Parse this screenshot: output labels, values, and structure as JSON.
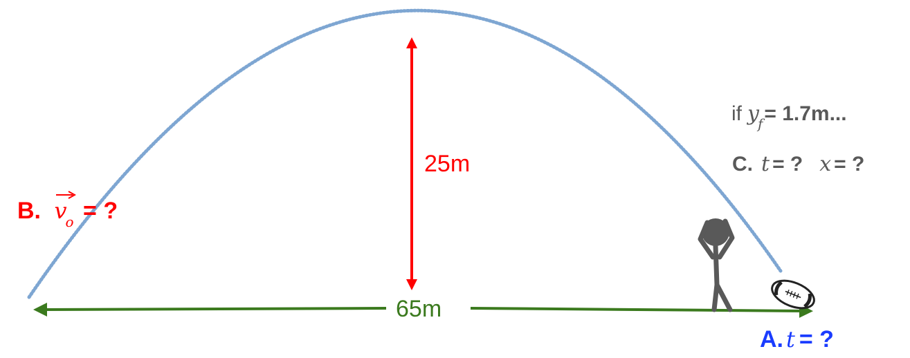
{
  "height_label": "25m",
  "width_label": "65m",
  "part_a": {
    "prefix": "A.",
    "var": "t",
    "suffix": "= ?"
  },
  "part_b": {
    "prefix": "B.",
    "var": "v",
    "sub": "o",
    "suffix": "= ?"
  },
  "condition": {
    "prefix": "if",
    "var": "y",
    "sub": "f",
    "suffix": "= 1.7m..."
  },
  "part_c": {
    "prefix": "C.",
    "var1": "t",
    "mid": "= ?",
    "var2": "x",
    "suffix": "= ?"
  },
  "colors": {
    "trajectory": "#7ea6d2",
    "height_arrow": "#ff0000",
    "width_arrow": "#3b7a1e",
    "part_a": "#1a3cff",
    "part_b": "#ff0000",
    "part_c": "#595959",
    "figure": "#595959"
  },
  "icons": [
    "stick-figure-icon",
    "football-icon"
  ]
}
